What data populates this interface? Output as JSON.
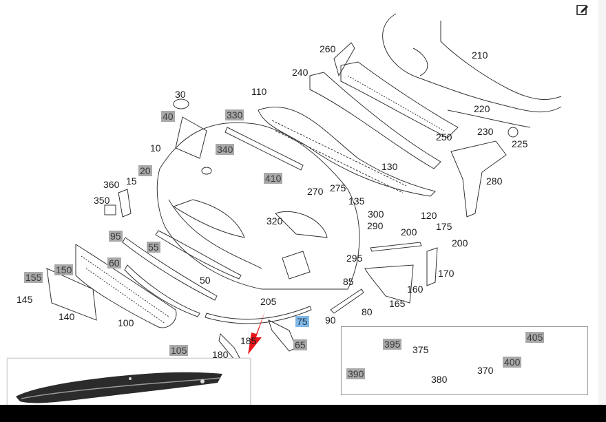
{
  "labels": {
    "l30": "30",
    "l40": "40",
    "l10": "10",
    "l330": "330",
    "l340": "340",
    "l110": "110",
    "l240": "240",
    "l260": "260",
    "l210": "210",
    "l220": "220",
    "l230": "230",
    "l225": "225",
    "l250": "250",
    "l130": "130",
    "l280": "280",
    "l20": "20",
    "l15": "15",
    "l360": "360",
    "l350": "350",
    "l410": "410",
    "l270": "270",
    "l275": "275",
    "l135": "135",
    "l300": "300",
    "l290": "290",
    "l120": "120",
    "l320": "320",
    "l95": "95",
    "l55": "55",
    "l60": "60",
    "l50": "50",
    "l150": "150",
    "l155": "155",
    "l145": "145",
    "l140": "140",
    "l100": "100",
    "l200a": "200",
    "l175": "175",
    "l200b": "200",
    "l295": "295",
    "l170": "170",
    "l160": "160",
    "l165": "165",
    "l85": "85",
    "l80": "80",
    "l90": "90",
    "l205": "205",
    "l75": "75",
    "l65": "65",
    "l185": "185",
    "l180": "180",
    "l105": "105",
    "l395": "395",
    "l390": "390",
    "l375": "375",
    "l370": "370",
    "l380": "380",
    "l405": "405",
    "l400": "400"
  },
  "colors": {
    "grey_label": "#a9a9a9",
    "blue_label": "#7fb8e6",
    "arrow": "#e8161b"
  },
  "icons": {
    "edit": "edit-icon"
  }
}
